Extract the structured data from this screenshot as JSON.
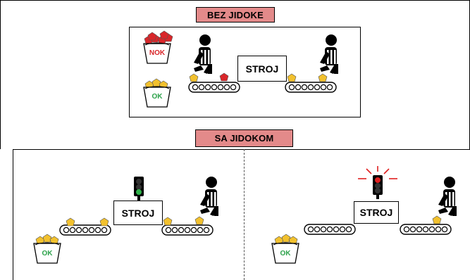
{
  "sections": {
    "without": {
      "title": "BEZ JIDOKE"
    },
    "with": {
      "title": "SA JIDOKOM"
    }
  },
  "labels": {
    "machine": "STROJ",
    "nok": "NOK",
    "ok": "OK"
  },
  "colors": {
    "title_bg": "#e38a8a",
    "part_ok": "#f2c12e",
    "part_nok": "#d9262a",
    "nok_text": "#d9262a",
    "ok_text": "#2ca24a",
    "light_green": "#2fb34a",
    "light_red": "#e02020"
  },
  "icons": {
    "worker": "worker-icon",
    "conveyor": "conveyor-icon",
    "bin": "bin-icon",
    "andon": "andon-light-icon"
  }
}
